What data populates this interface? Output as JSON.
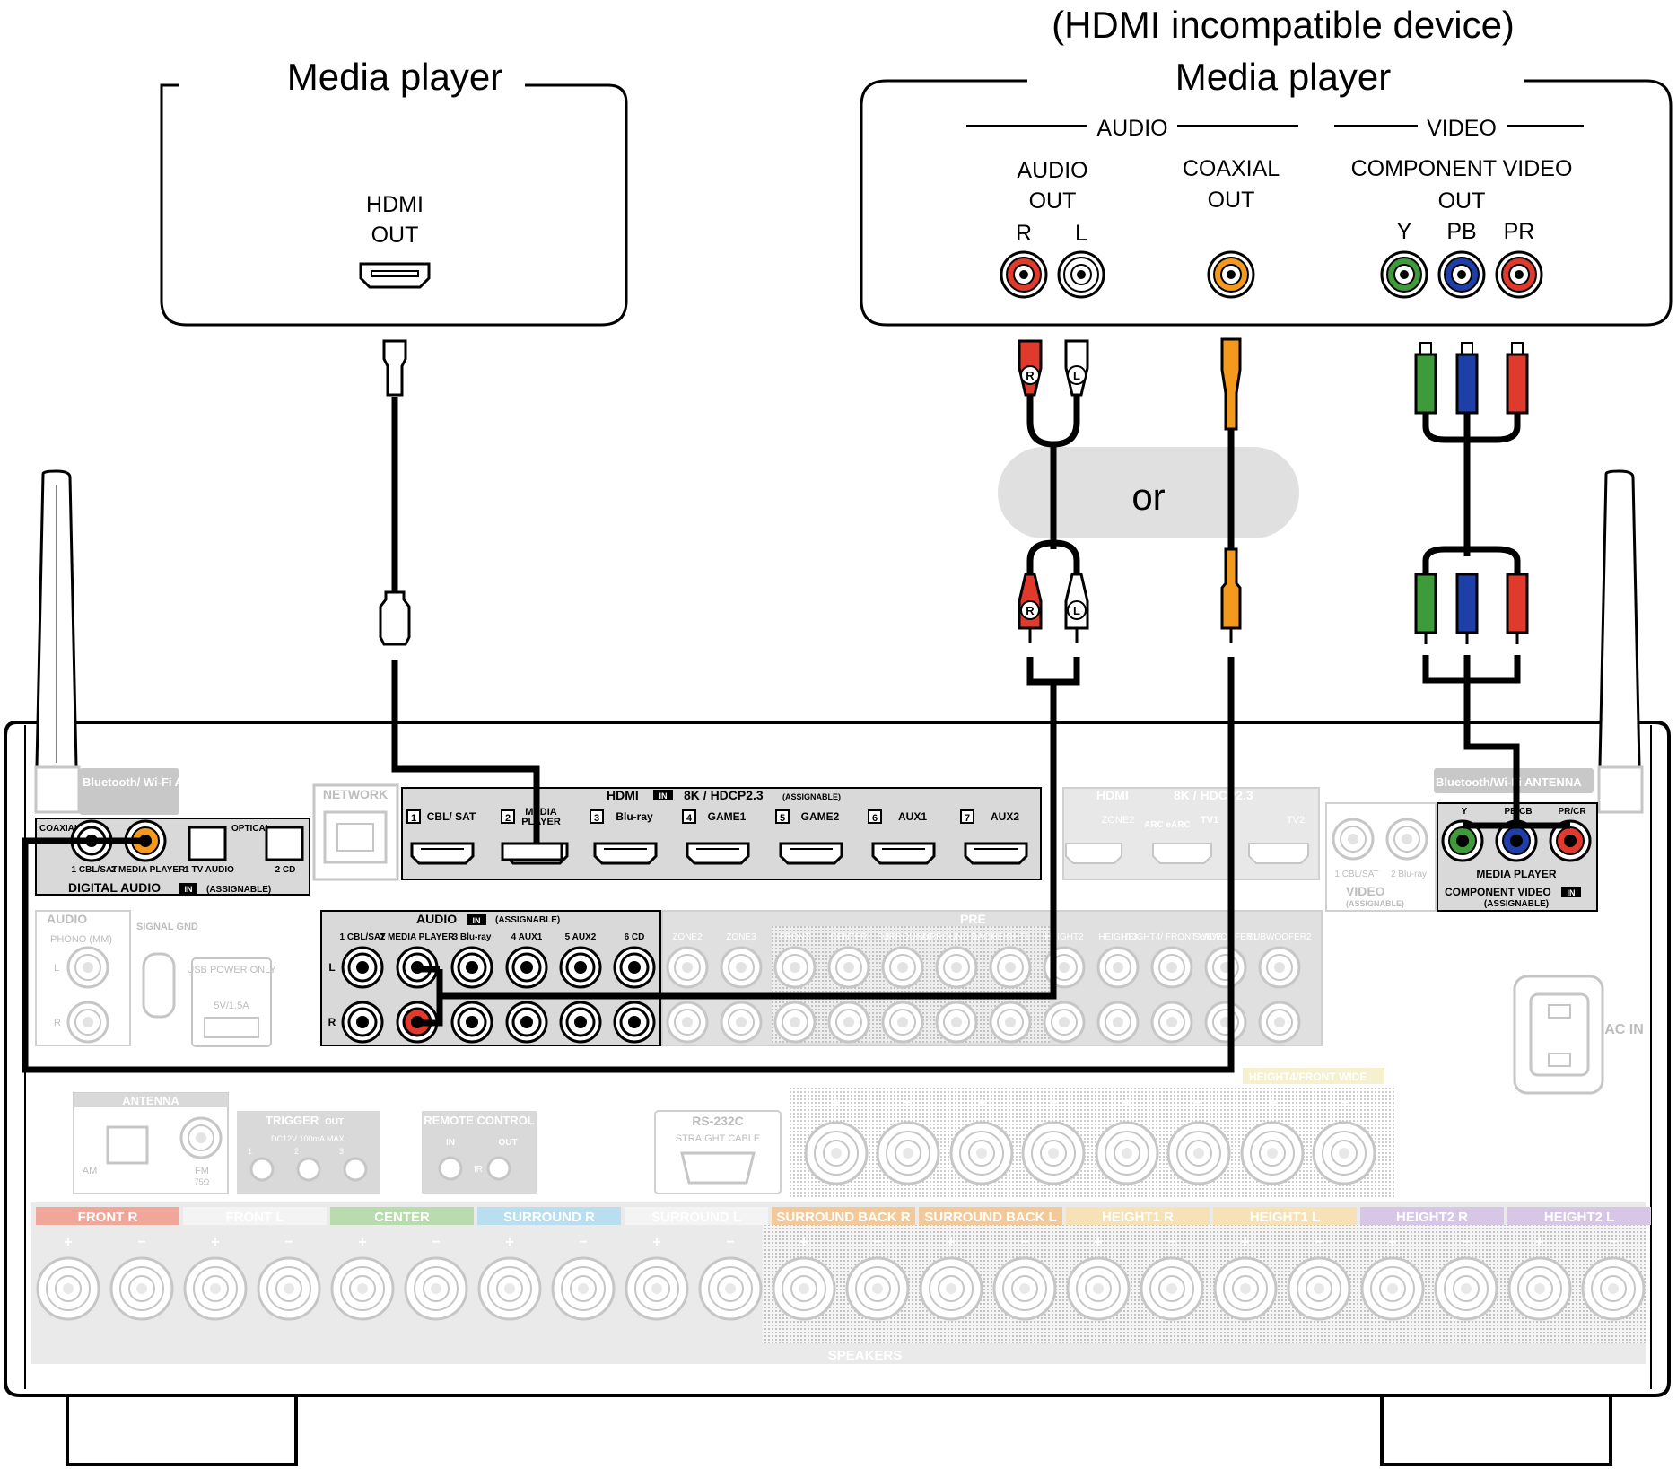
{
  "top_left": {
    "title": "Media player",
    "port_line1": "HDMI",
    "port_line2": "OUT"
  },
  "top_right": {
    "header": "(HDMI incompatible device)",
    "title": "Media player",
    "group_audio": "AUDIO",
    "group_video": "VIDEO",
    "audio_out_line1": "AUDIO",
    "audio_out_line2": "OUT",
    "ch_r": "R",
    "ch_l": "L",
    "coax_line1": "COAXIAL",
    "coax_line2": "OUT",
    "comp_line1": "COMPONENT VIDEO",
    "comp_line2": "OUT",
    "y": "Y",
    "pb": "PB",
    "pr": "PR"
  },
  "or_label": "or",
  "plug_r": "R",
  "plug_l": "L",
  "receiver": {
    "bt_antenna": "Bluetooth/ Wi-Fi ANTENNA",
    "bt_antenna_right": "Bluetooth/Wi-Fi ANTENNA",
    "network": "NETWORK",
    "digital_audio": "DIGITAL AUDIO",
    "in_badge": "IN",
    "out_badge": "OUT",
    "assignable": "(ASSIGNABLE)",
    "coaxial": "COAXIAL",
    "optical": "OPTICAL",
    "coax_1": "1 CBL/SAT",
    "coax_2": "2 MEDIA PLAYER",
    "opt_1": "1 TV AUDIO",
    "opt_2": "2 CD",
    "hdmi_in_title": "HDMI",
    "hdmi_spec": "8K / HDCP2.3",
    "hdmi_inputs": [
      "1",
      "CBL/ SAT",
      "2",
      "MEDIA PLAYER",
      "3",
      "Blu-ray",
      "4",
      "GAME1",
      "5",
      "GAME2",
      "6",
      "AUX1",
      "7",
      "AUX2"
    ],
    "hdmi_out_title": "HDMI",
    "hdmi_out_zone2": "ZONE2",
    "hdmi_out_tv1": "TV1",
    "hdmi_out_tv2": "TV2",
    "hdmi_out_arc": "ARC eARC",
    "audio_in_title": "AUDIO",
    "audio_inputs": [
      "1 CBL/SAT",
      "2 MEDIA PLAYER",
      "3 Blu-ray",
      "4 AUX1",
      "5 AUX2",
      "6 CD"
    ],
    "audio_l": "L",
    "audio_r": "R",
    "pre_out": "PRE",
    "pre_channels": [
      "ZONE2",
      "ZONE3",
      "FRONT",
      "CENTER",
      "SURROUND",
      "SURROUND BACK",
      "HEIGHT1",
      "HEIGHT2",
      "HEIGHT3",
      "HEIGHT4/ FRONT WIDE",
      "SUBWOOFER1",
      "SUBWOOFER2",
      "SUBWOOFER3",
      "SUBWOOFER4"
    ],
    "phono_title": "AUDIO",
    "phono": "PHONO (MM)",
    "signal_gnd": "SIGNAL GND",
    "usb_power": "USB POWER ONLY",
    "usb_rating": "5V/1.5A",
    "video_in": "VIDEO",
    "video_1": "1 CBL/SAT",
    "video_2": "2 Blu-ray",
    "component_video": "COMPONENT VIDEO",
    "media_player": "MEDIA PLAYER",
    "comp_y": "Y",
    "comp_pb": "PB/CB",
    "comp_pr": "PR/CR",
    "antenna": "ANTENNA",
    "antenna_am": "AM",
    "antenna_fm": "FM",
    "antenna_fm_ohm": "75Ω",
    "trigger": "TRIGGER",
    "trigger_spec": "DC12V 100mA MAX.",
    "trigger_nums": [
      "1",
      "2",
      "3"
    ],
    "remote_control": "REMOTE CONTROL",
    "remote_ir": "IR",
    "rs232c": "RS-232C",
    "straight_cable": "STRAIGHT CABLE",
    "ac_in": "AC IN",
    "height4_fw": "HEIGHT4/FRONT WIDE",
    "speaker_labels": [
      "FRONT",
      "FRONT",
      "CENTER",
      "SURROUND",
      "SURROUND",
      "SURROUND BACK",
      "SURROUND BACK",
      "HEIGHT1",
      "HEIGHT1",
      "HEIGHT2",
      "HEIGHT2"
    ],
    "speaker_sides": [
      "R",
      "L",
      "",
      "R",
      "L",
      "R",
      "L",
      "R",
      "L",
      "R",
      "L"
    ],
    "speakers": "SPEAKERS"
  },
  "colors": {
    "red": "#e03a2d",
    "white": "#ffffff",
    "orange": "#f39a1e",
    "green": "#3f9a3a",
    "blue": "#1f3fa8",
    "panel_dark": "#d9d9d9",
    "grey_text": "#bdbdbd",
    "front_r": "#f0a79a",
    "center": "#b8dcae",
    "surround_r": "#b9def0",
    "surround_back": "#f3c99a",
    "height1": "#f6e2b6",
    "height2": "#d8c6e6"
  }
}
